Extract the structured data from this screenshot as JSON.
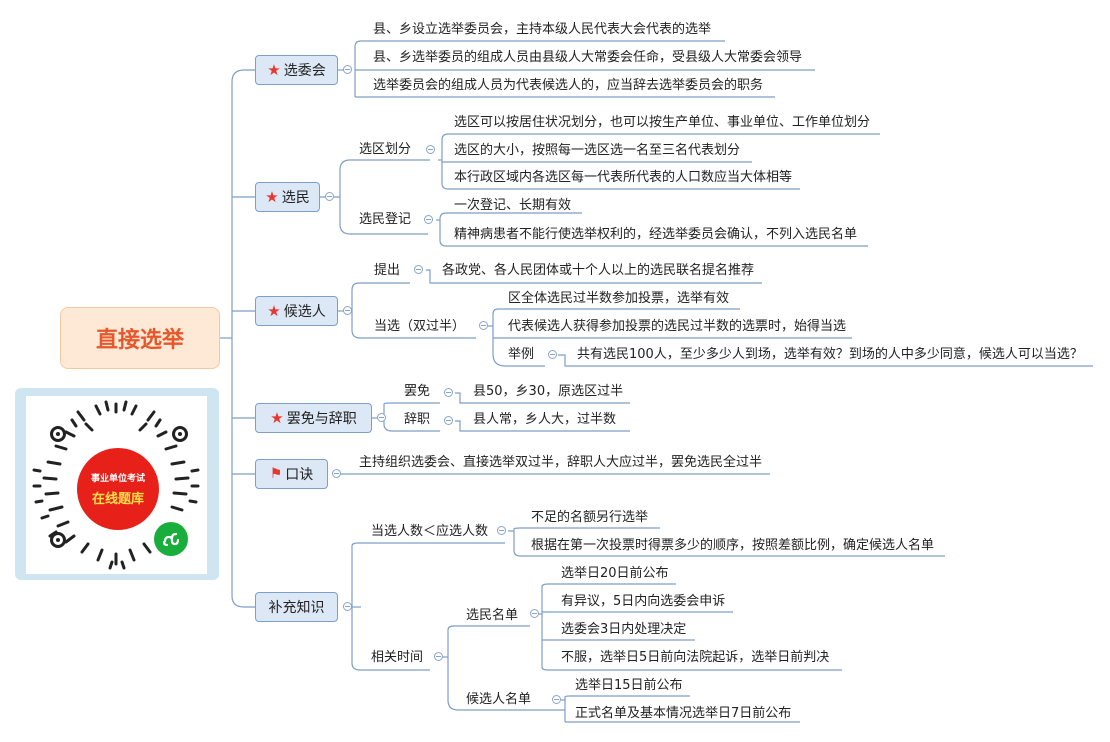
{
  "root": "直接选举",
  "branches": {
    "b1": {
      "label": "选委会",
      "icon": "star-icon",
      "items": [
        "县、乡设立选举委员会，主持本级人民代表大会代表的选举",
        "县、乡选举委员的组成人员由县级人大常委会任命，受县级人大常委会领导",
        "选举委员会的组成人员为代表候选人的，应当辞去选举委员会的职务"
      ]
    },
    "b2": {
      "label": "选民",
      "icon": "star-icon",
      "sub1": {
        "label": "选区划分",
        "items": [
          "选区可以按居住状况划分，也可以按生产单位、事业单位、工作单位划分",
          "选区的大小，按照每一选区选一名至三名代表划分",
          "本行政区域内各选区每一代表所代表的人口数应当大体相等"
        ]
      },
      "sub2": {
        "label": "选民登记",
        "items": [
          "一次登记、长期有效",
          "精神病患者不能行使选举权利的，经选举委员会确认，不列入选民名单"
        ]
      }
    },
    "b3": {
      "label": "候选人",
      "icon": "star-icon",
      "sub1": {
        "label": "提出",
        "item": "各政党、各人民团体或十个人以上的选民联名提名推荐"
      },
      "sub2": {
        "label": "当选（双过半）",
        "items": [
          "区全体选民过半数参加投票，选举有效",
          "代表候选人获得参加投票的选民过半数的选票时，始得当选"
        ],
        "example_label": "举例",
        "example": "共有选民100人，至少多少人到场，选举有效？到场的人中多少同意，候选人可以当选？"
      }
    },
    "b4": {
      "label": "罢免与辞职",
      "icon": "star-icon",
      "sub1": {
        "label": "罢免",
        "item": "县50，乡30，原选区过半"
      },
      "sub2": {
        "label": "辞职",
        "item": "县人常，乡人大，过半数"
      }
    },
    "b5": {
      "label": "口诀",
      "icon": "flag-icon",
      "item": "主持组织选委会、直接选举双过半，辞职人大应过半，罢免选民全过半"
    },
    "b6": {
      "label": "补充知识",
      "sub1": {
        "label": "当选人数＜应选人数",
        "items": [
          "不足的名额另行选举",
          "根据在第一次投票时得票多少的顺序，按照差额比例，确定候选人名单"
        ]
      },
      "sub2": {
        "label": "相关时间",
        "g1": {
          "label": "选民名单",
          "items": [
            "选举日20日前公布",
            "有异议，5日内向选委会申诉",
            "选委会3日内处理决定",
            "不服，选举日5日前向法院起诉，选举日前判决"
          ]
        },
        "g2": {
          "label": "候选人名单",
          "items": [
            "选举日15日前公布",
            "正式名单及基本情况选举日7日前公布"
          ]
        }
      }
    }
  },
  "qr": {
    "line1": "事业单位考试",
    "line2": "在线题库"
  },
  "colors": {
    "root_text": "#e8572b",
    "root_bg": "#fde9d6",
    "node_bg": "#dde8f6",
    "line": "#7f9ec7",
    "star": "#e8372e"
  }
}
